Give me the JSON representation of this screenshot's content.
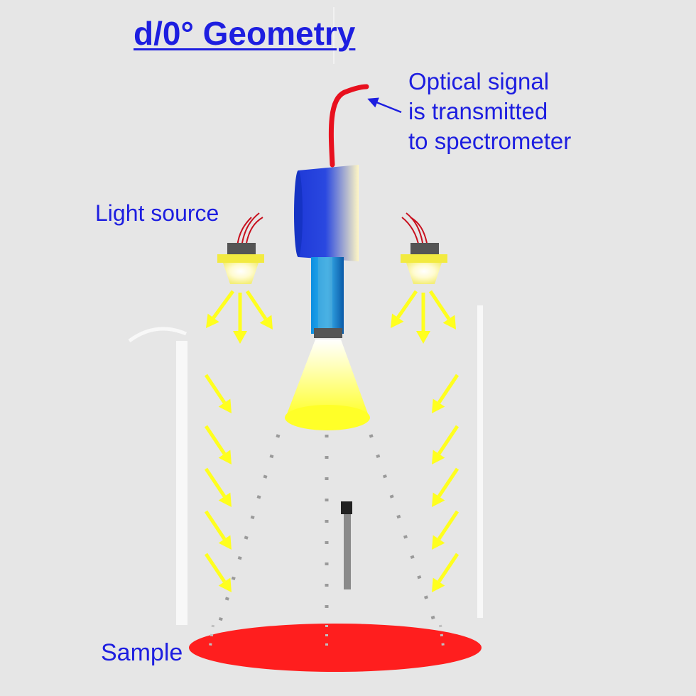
{
  "title": "d/0° Geometry",
  "labels": {
    "light_source": "Light source",
    "optical_signal": [
      "Optical signal",
      "is transmitted",
      "to spectrometer"
    ],
    "sample": "Sample"
  },
  "colors": {
    "text": "#1d1ee0",
    "background": "#e6e6e6",
    "arrows": "#ffff1e",
    "sample": "#ff1e1e",
    "fiber": "#e8101e",
    "detector_blue": "#1f3ad8",
    "detector_yellow": "#fff3b0",
    "light_beam": "#ffff28",
    "sphere_wall": "#f8f8f8"
  },
  "icons": [
    "light-source-lamp-icon",
    "spectrometer-detector-icon",
    "fiber-optic-cable-icon",
    "light-arrow-icon",
    "sample-disc-icon"
  ]
}
